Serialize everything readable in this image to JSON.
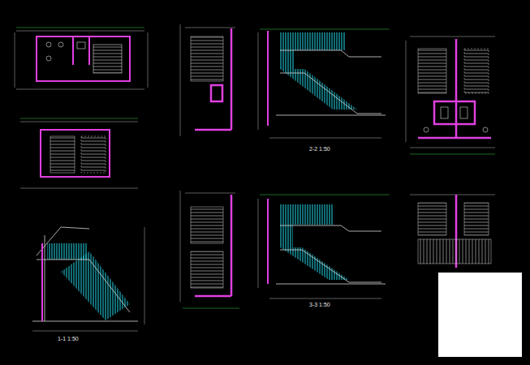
{
  "diagram": {
    "labels": [
      "1-1 1:50",
      "2-2 1:50",
      "3-3 1:50"
    ]
  }
}
